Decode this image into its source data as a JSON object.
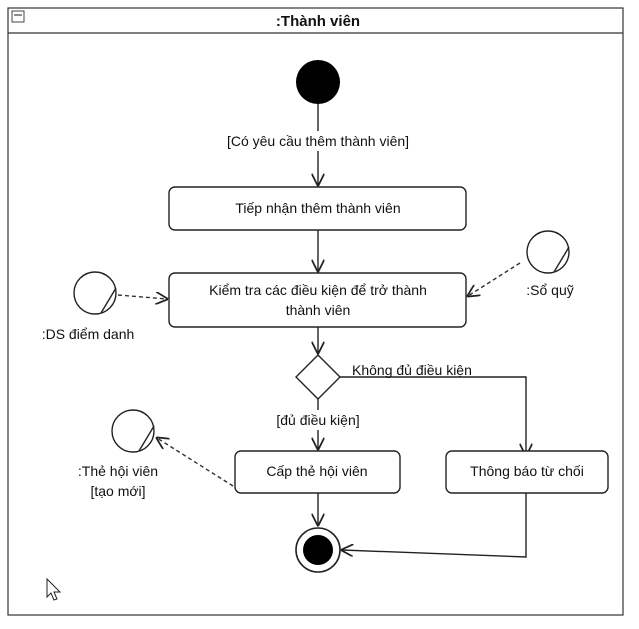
{
  "frame": {
    "title": ":Thành viên"
  },
  "guards": {
    "request": "[Có yêu cầu thêm thành viên]",
    "eligible": "[đủ điều kiện]",
    "not_eligible": "Không đủ điều kiện"
  },
  "actions": {
    "receive": "Tiếp nhận thêm thành viên",
    "check_line1": "Kiểm tra các điều kiện để trở thành",
    "check_line2": "thành viên",
    "issue_card": "Cấp thẻ hội viên",
    "notify_reject": "Thông báo từ chối"
  },
  "objects": {
    "attendance": ":DS điểm danh",
    "fund": ":Sổ quỹ",
    "card_line1": ":Thẻ hội viên",
    "card_line2": "[tạo mới]"
  },
  "icons": {
    "frame_menu": "frame-menu-icon",
    "cursor": "mouse-cursor-icon"
  }
}
